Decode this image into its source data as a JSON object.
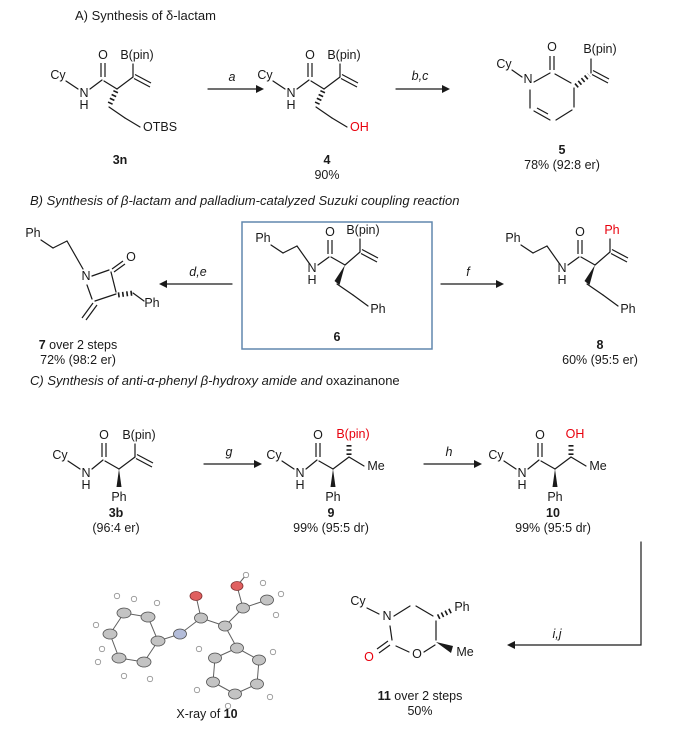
{
  "colors": {
    "highlight_red": "#e8000d",
    "box_blue": "#6187ad",
    "ink": "#1a1a1a"
  },
  "section_a": {
    "title": "A) Synthesis of δ-lactam",
    "arrow_a": "a",
    "arrow_bc": "b,c",
    "c3n": {
      "cy": "Cy",
      "n": "N",
      "h": "H",
      "o": "O",
      "bpin": "B(pin)",
      "otbs": "OTBS",
      "label": "3n"
    },
    "c4": {
      "cy": "Cy",
      "n": "N",
      "h": "H",
      "o": "O",
      "bpin": "B(pin)",
      "oh": "OH",
      "label": "4",
      "yield": "90%"
    },
    "c5": {
      "cy": "Cy",
      "n": "N",
      "o": "O",
      "bpin": "B(pin)",
      "label": "5",
      "yield": "78% (92:8 er)"
    }
  },
  "section_b": {
    "title": "B) Synthesis of β-lactam and palladium-catalyzed Suzuki coupling reaction",
    "arrow_de": "d,e",
    "arrow_f": "f",
    "c7": {
      "ph_top": "Ph",
      "n": "N",
      "o": "O",
      "ph_side": "Ph",
      "label": "7",
      "label_suffix": " over 2 steps",
      "yield": "72% (98:2 er)"
    },
    "c6": {
      "ph_top": "Ph",
      "n": "N",
      "h": "H",
      "o": "O",
      "bpin": "B(pin)",
      "ph_bottom": "Ph",
      "label": "6"
    },
    "c8": {
      "ph_top": "Ph",
      "n": "N",
      "h": "H",
      "o": "O",
      "ph_vinyl": "Ph",
      "ph_bottom": "Ph",
      "label": "8",
      "yield": "60% (95:5 er)"
    }
  },
  "section_c": {
    "title_italic": "C) Synthesis of anti-α-phenyl β-hydroxy amide and ",
    "title_regular": "oxazinanone",
    "arrow_g": "g",
    "arrow_h": "h",
    "c3b": {
      "cy": "Cy",
      "n": "N",
      "h": "H",
      "o": "O",
      "bpin": "B(pin)",
      "ph": "Ph",
      "label": "3b",
      "yield": "(96:4 er)"
    },
    "c9": {
      "cy": "Cy",
      "n": "N",
      "h": "H",
      "o": "O",
      "bpin": "B(pin)",
      "ph": "Ph",
      "me": "Me",
      "label": "9",
      "yield": "99% (95:5 dr)"
    },
    "c10": {
      "cy": "Cy",
      "n": "N",
      "h": "H",
      "o": "O",
      "oh": "OH",
      "ph": "Ph",
      "me": "Me",
      "label": "10",
      "yield": "99% (95:5 dr)"
    }
  },
  "bottom": {
    "arrow_ij": "i,j",
    "c11": {
      "cy": "Cy",
      "n": "N",
      "o_ring": "O",
      "o_carbonyl": "O",
      "ph": "Ph",
      "me": "Me",
      "label": "11",
      "label_suffix": " over 2 steps",
      "yield": "50%"
    },
    "xray_caption_prefix": "X-ray of ",
    "xray_caption_compound": "10"
  }
}
